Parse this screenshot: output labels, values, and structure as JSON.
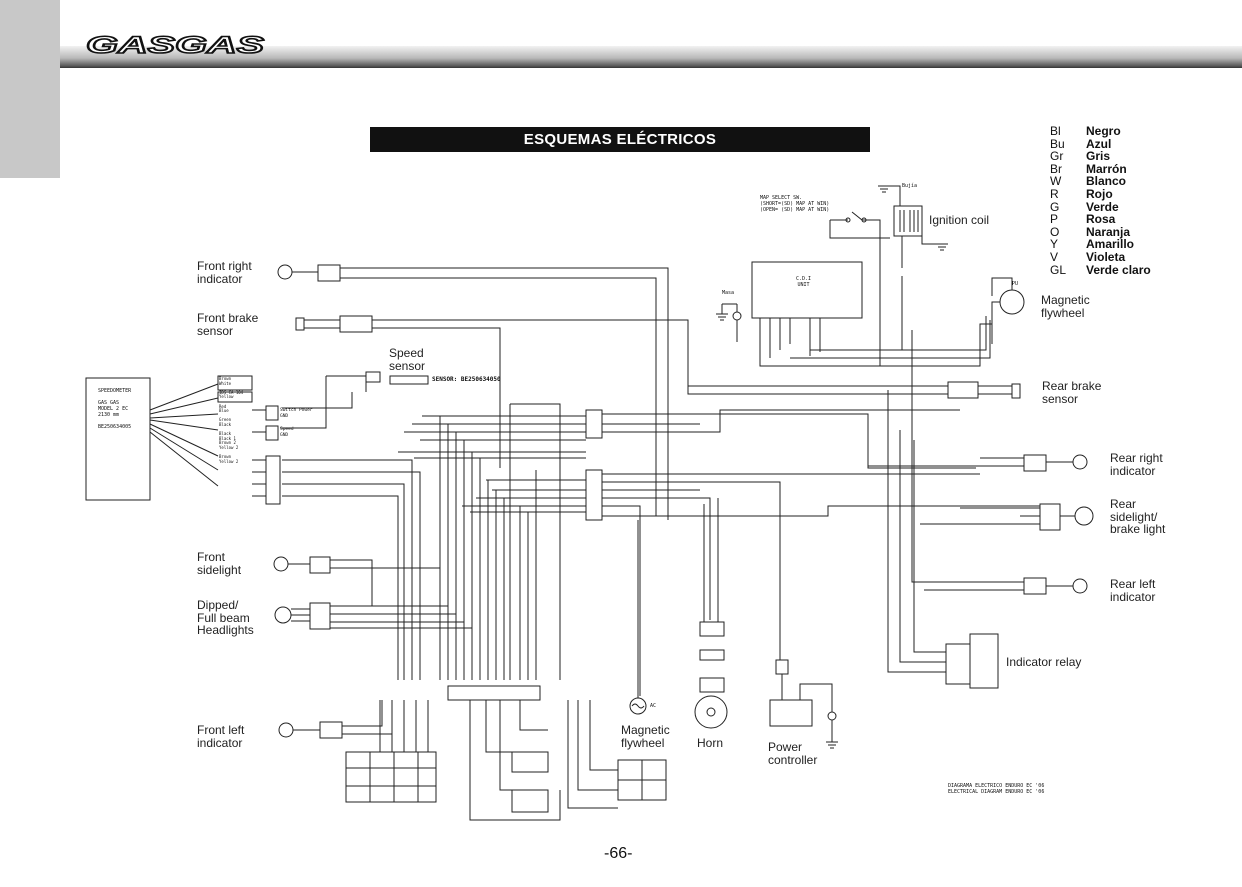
{
  "header": {
    "brand": "GASGAS",
    "title": "ESQUEMAS ELÉCTRICOS"
  },
  "legend": [
    {
      "code": "Bl",
      "color": "Negro"
    },
    {
      "code": "Bu",
      "color": "Azul"
    },
    {
      "code": "Gr",
      "color": "Gris"
    },
    {
      "code": "Br",
      "color": "Marrón"
    },
    {
      "code": "W",
      "color": "Blanco"
    },
    {
      "code": "R",
      "color": "Rojo"
    },
    {
      "code": "G",
      "color": "Verde"
    },
    {
      "code": "P",
      "color": "Rosa"
    },
    {
      "code": "O",
      "color": "Naranja"
    },
    {
      "code": "Y",
      "color": "Amarillo"
    },
    {
      "code": "V",
      "color": "Violeta"
    },
    {
      "code": "GL",
      "color": "Verde claro"
    }
  ],
  "labels": {
    "front_right_indicator": "Front right\nindicator",
    "front_brake_sensor": "Front brake\nsensor",
    "speed_sensor": "Speed\nsensor",
    "sensor_code": "SENSOR: BE250634050",
    "front_sidelight": "Front\nsidelight",
    "headlights": "Dipped/\nFull beam\nHeadlights",
    "front_left_indicator": "Front left\nindicator",
    "magnetic_flywheel_bottom": "Magnetic\nflywheel",
    "horn": "Horn",
    "power_controller": "Power\ncontroller",
    "indicator_relay": "Indicator relay",
    "rear_left_indicator": "Rear left\nindicator",
    "rear_sidelight": "Rear\nsidelight/\nbrake light",
    "rear_right_indicator": "Rear right\nindicator",
    "rear_brake_sensor": "Rear brake\nsensor",
    "magnetic_flywheel_top": "Magnetic\nflywheel",
    "ignition_coil": "Ignition coil"
  },
  "tiny_text": {
    "speedometer": "SPEEDOMETER\n\nGAS GAS\nMODEL 2  EC\n2130 mm\n\nBE250634005",
    "map_select": "MAP SELECT SW.\n(SHORT=(SD) MAP AT WIN)\n(OPEN= (SD) MAP AT WIN)",
    "cdi": "C.D.I\nUNIT",
    "bujia": "Bujía",
    "masa": "Masa",
    "pu": "PU",
    "ac": "AC",
    "diagram_caption": "DIAGRAMA ELECTRICO ENDURO EC '06\nELECTRICAL DIAGRAM ENDURO EC '06",
    "switch_power": "Switch Power\nGND",
    "speed_gnd": "Speed\nGND",
    "gauge_wires": "Brown\nWhite\n\nIDS CA 104\nYellow\n\nRed\nBlue\n\nGreen\nBlack\n\nBlack\nBlack 1\nBrown 2\nYellow 2\n\nBrown\nYellow 2"
  },
  "footer": {
    "page_number": "-66-"
  }
}
